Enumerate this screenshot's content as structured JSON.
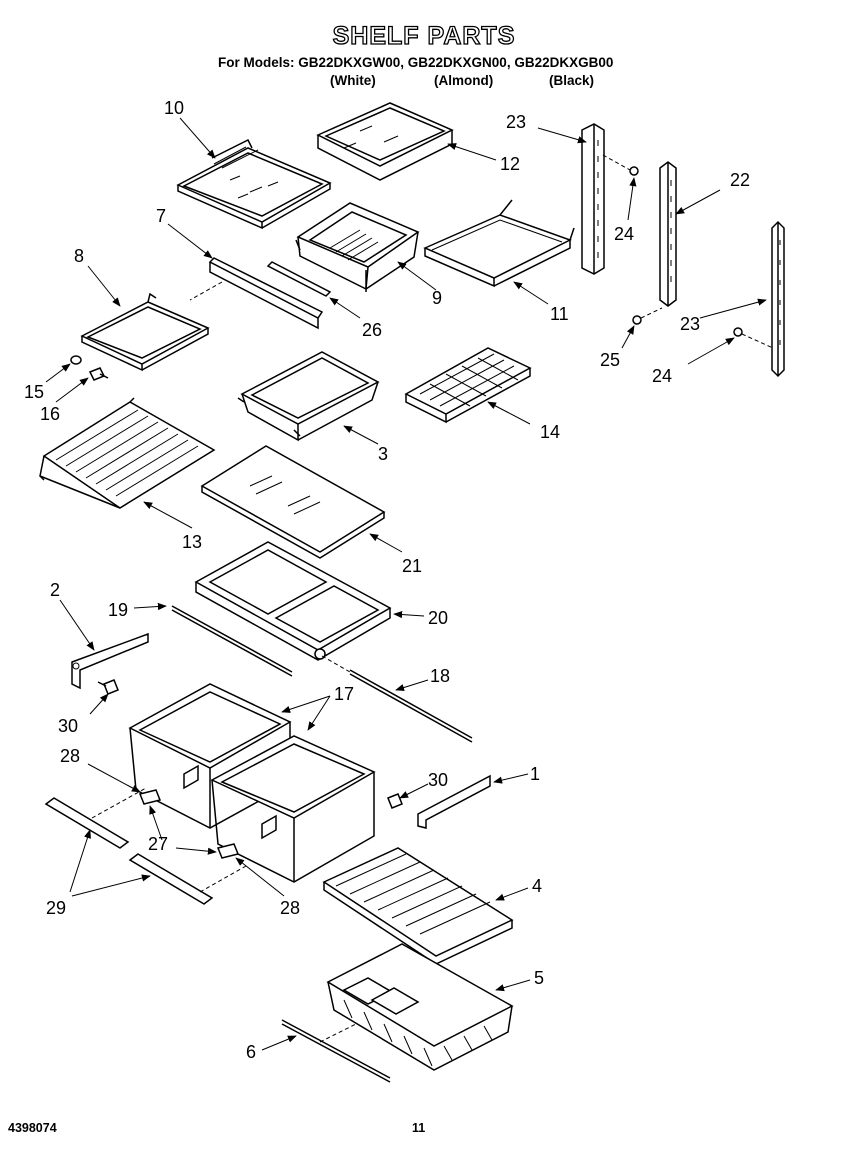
{
  "header": {
    "title": "SHELF PARTS",
    "models_line": "For Models: GB22DKXGW00, GB22DKXGN00, GB22DKXGB00",
    "variants": [
      "(White)",
      "(Almond)",
      "(Black)"
    ]
  },
  "callouts": {
    "p1": "1",
    "p2": "2",
    "p3": "3",
    "p4": "4",
    "p5": "5",
    "p6": "6",
    "p7": "7",
    "p8": "8",
    "p9": "9",
    "p10": "10",
    "p11": "11",
    "p12": "12",
    "p13": "13",
    "p14": "14",
    "p15": "15",
    "p16": "16",
    "p17": "17",
    "p18": "18",
    "p19": "19",
    "p20": "20",
    "p21": "21",
    "p22": "22",
    "p23a": "23",
    "p23b": "23",
    "p24a": "24",
    "p24b": "24",
    "p25": "25",
    "p26": "26",
    "p27": "27",
    "p28a": "28",
    "p28b": "28",
    "p29": "29",
    "p30a": "30",
    "p30b": "30"
  },
  "footer": {
    "doc_number": "4398074",
    "page_number": "11"
  }
}
